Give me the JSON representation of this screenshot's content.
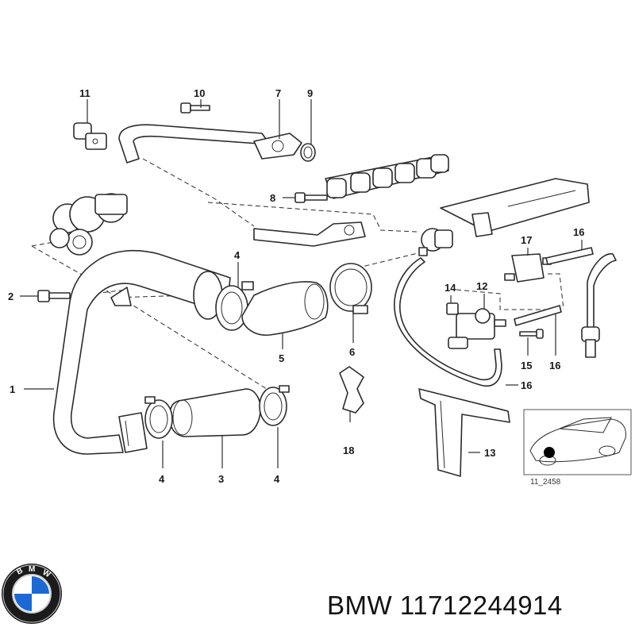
{
  "callouts": {
    "c1": "1",
    "c2": "2",
    "c3": "3",
    "c4a": "4",
    "c4b": "4",
    "c4c": "4",
    "c5": "5",
    "c6": "6",
    "c7": "7",
    "c8": "8",
    "c9": "9",
    "c10": "10",
    "c11": "11",
    "c12": "12",
    "c13": "13",
    "c14": "14",
    "c15": "15",
    "c16a": "16",
    "c16b": "16",
    "c16c": "16",
    "c17": "17",
    "c18": "18"
  },
  "inset": {
    "ref_code": "11_2458"
  },
  "footer": {
    "brand_text": "BMW 11712244914"
  },
  "logo": {
    "letters": "BMW",
    "colors": {
      "blue": "#1c69d4",
      "ring": "#1b1b1b",
      "white": "#ffffff"
    }
  }
}
